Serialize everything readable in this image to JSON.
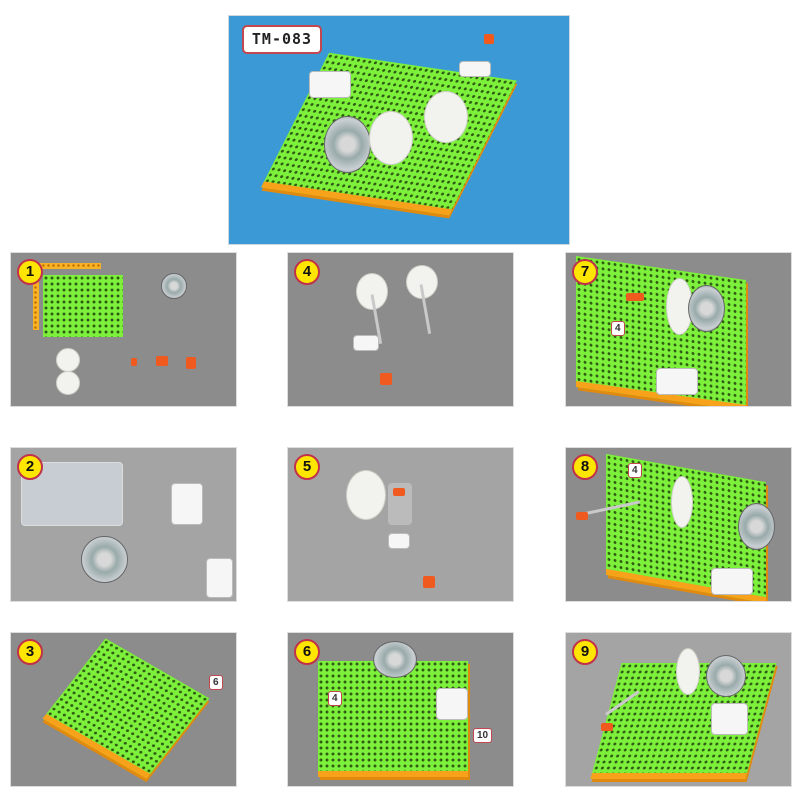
{
  "hero": {
    "model_label": "TM-083",
    "background": "#3b9ad6"
  },
  "steps": [
    {
      "number": "1"
    },
    {
      "number": "2"
    },
    {
      "number": "3",
      "callouts": [
        "6"
      ]
    },
    {
      "number": "4"
    },
    {
      "number": "5"
    },
    {
      "number": "6",
      "callouts": [
        "4",
        "10"
      ]
    },
    {
      "number": "7",
      "callouts": [
        "4"
      ]
    },
    {
      "number": "8",
      "callouts": [
        "4"
      ]
    },
    {
      "number": "9"
    }
  ],
  "colors": {
    "board": "#7cf03a",
    "frame": "#f7a21a",
    "badge": "#ffe600",
    "badge_border": "#c0324a",
    "panel_bg": "#8c8c8c"
  }
}
